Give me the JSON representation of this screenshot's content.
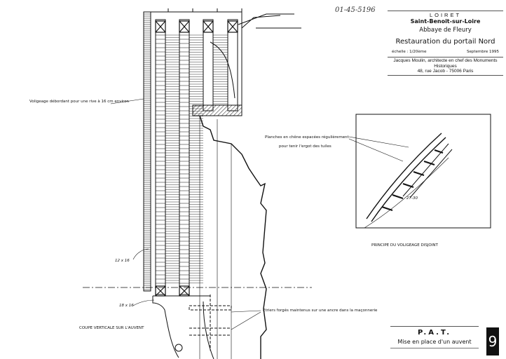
{
  "reference_number": "01-45-5196",
  "title_block": {
    "department": "LOIRET",
    "town": "Saint-Benoit-sur-Loire",
    "site": "Abbaye de Fleury",
    "project": "Restauration du portail Nord",
    "scale": "échelle : 1/20ème",
    "date": "Septembre 1995",
    "architect_line1": "Jacques Moulin, architecte en chef des Monuments Historiques",
    "architect_line2": "48, rue Jacob - 75006 Paris"
  },
  "annotations": {
    "voligeage": "Voligeage débordant pour une rive à 16 cm environ",
    "planches": "Planches en chêne espacées régulièrement",
    "planches2": "pour tenir l'ergot des tuiles",
    "dim_chevron": "12 x 16",
    "dim_sabliere": "18 x 16",
    "etriers": "Etriers forgés maintenus sur une ancre dans la maçonnerie",
    "coupe": "COUPE VERTICALE SUR L'AUVENT",
    "principe": "PRINCIPE DU VOLIGEAGE DISJOINT",
    "detail_dim": "27-30"
  },
  "sheet": {
    "code": "P.A.T.",
    "subject": "Mise en place d'un auvent",
    "number": "9"
  }
}
